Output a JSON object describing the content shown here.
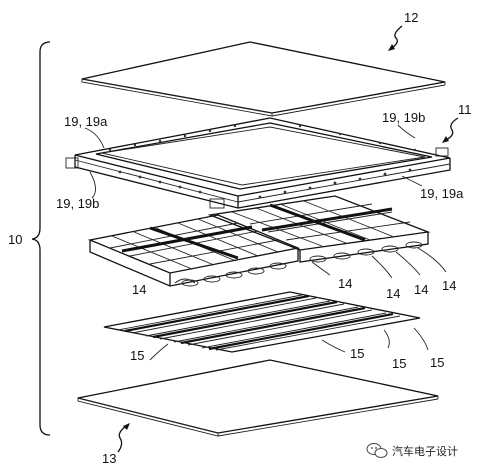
{
  "labels": {
    "assembly": "10",
    "top_cover": "12",
    "frame": "11",
    "bottom_plate": "13",
    "rail_top_left": "19, 19a",
    "rail_top_right": "19, 19b",
    "rail_left_end": "19, 19b",
    "rail_right_end": "19, 19a",
    "module_left": "14",
    "module_mid": "14",
    "module_r1": "14",
    "module_r2": "14",
    "module_r3": "14",
    "cooling_left": "15",
    "cooling_mid": "15",
    "cooling_r1": "15",
    "cooling_r2": "15"
  },
  "watermark": {
    "text": "汽车电子设计",
    "icon": "wechat-icon"
  }
}
